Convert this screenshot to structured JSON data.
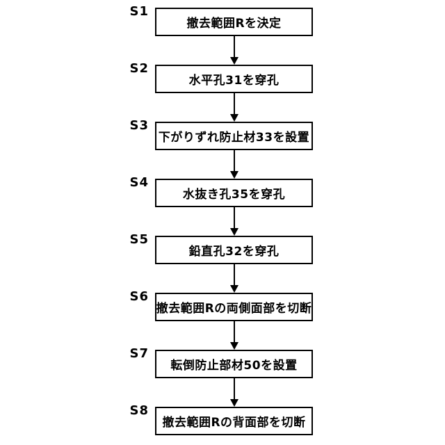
{
  "figure": {
    "type": "flowchart",
    "background_color": "#ffffff",
    "line_color": "#000000",
    "direction": "top-to-bottom",
    "connector_style": "arrow-down",
    "steps": [
      {
        "id": "S1",
        "label": "撤去範囲Rを決定"
      },
      {
        "id": "S2",
        "label": "水平孔31を穿孔"
      },
      {
        "id": "S3",
        "label": "下がりずれ防止材33を設置"
      },
      {
        "id": "S4",
        "label": "水抜き孔35を穿孔"
      },
      {
        "id": "S5",
        "label": "鉛直孔32を穿孔"
      },
      {
        "id": "S6",
        "label": "撤去範囲Rの両側面部を切断"
      },
      {
        "id": "S7",
        "label": "転倒防止部材50を設置"
      },
      {
        "id": "S8",
        "label": "撤去範囲Rの背面部を切断"
      }
    ]
  }
}
